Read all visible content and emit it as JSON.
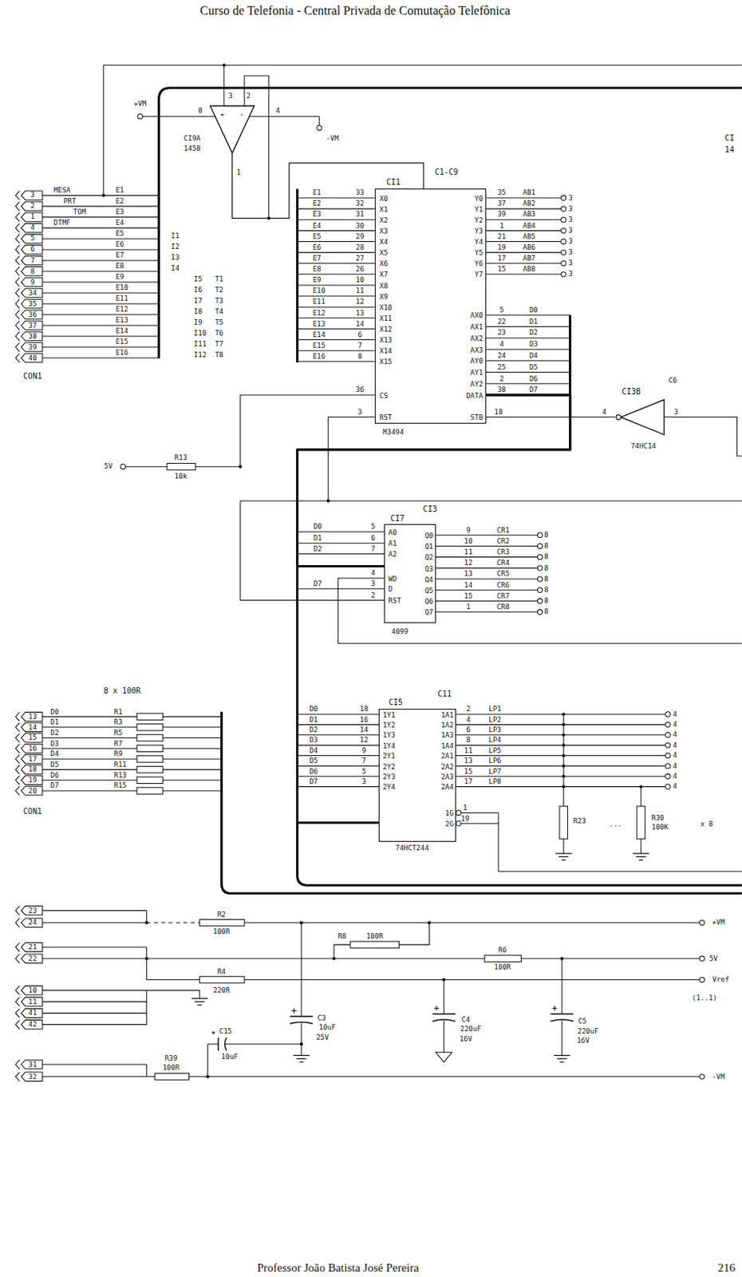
{
  "diagram": {
    "title": "Curso de Telefonia - Central Privada de Comutação Telefônica",
    "nodes": [
      {
        "text": [
          "+",
          "-",
          "CI9A",
          "1458"
        ]
      },
      {
        "text": [
          "CI1",
          "X0",
          "X1",
          "X2",
          "X3",
          "X4",
          "X5",
          "X6",
          "X7",
          "X8",
          "X9",
          "X10",
          "X11",
          "X12",
          "X13",
          "X14",
          "X15",
          "Y0",
          "Y1",
          "Y2",
          "Y3",
          "Y4",
          "Y5",
          "Y6",
          "Y7",
          "AX0",
          "AX1",
          "AX2",
          "AX3",
          "AY0",
          "AY1",
          "AY2",
          "DATA",
          "CS",
          "RST",
          "STB",
          "M3494"
        ]
      },
      {
        "text": [
          "CI3B",
          "74HC14"
        ]
      },
      {
        "text": [
          "CI7",
          "A0",
          "A1",
          "A2",
          "WD",
          "D",
          "RST",
          "Q0",
          "Q1",
          "Q2",
          "Q3",
          "Q4",
          "Q5",
          "Q6",
          "Q7",
          "4099"
        ]
      },
      {
        "text": [
          "CI5",
          "1Y1",
          "1Y2",
          "1Y3",
          "1Y4",
          "2Y1",
          "2Y2",
          "2Y3",
          "2Y4",
          "1A1",
          "1A2",
          "1A3",
          "1A4",
          "2A1",
          "2A2",
          "2A3",
          "2A4",
          "1G",
          "2G",
          "74HCT244"
        ]
      }
    ],
    "edges": [
      {
        "from": 0,
        "to": 1,
        "arrow": "none"
      },
      {
        "from": 1,
        "to": 2,
        "arrow": "none"
      },
      {
        "from": 1,
        "to": 3,
        "arrow": "none"
      },
      {
        "from": 1,
        "to": 4,
        "arrow": "none"
      }
    ],
    "labels": [
      "3",
      "2",
      "1",
      "4",
      "5",
      "6",
      "7",
      "8",
      "9",
      "34",
      "35",
      "36",
      "37",
      "38",
      "39",
      "40",
      "CON1",
      "MESA",
      "PRT",
      "TOM",
      "DTMF",
      "E1",
      "E2",
      "E3",
      "E4",
      "E5",
      "E6",
      "E7",
      "E8",
      "E9",
      "E10",
      "E11",
      "E12",
      "E13",
      "E14",
      "E15",
      "E16",
      "I1",
      "I2",
      "I3",
      "I4",
      "I5",
      "I6",
      "I7",
      "I8",
      "I9",
      "I10",
      "I11",
      "I12",
      "T1",
      "T2",
      "T3",
      "T4",
      "T5",
      "T6",
      "T7",
      "T8",
      "E1",
      "E2",
      "E3",
      "E4",
      "E5",
      "E6",
      "E7",
      "E8",
      "E9",
      "E10",
      "E11",
      "E12",
      "E13",
      "E14",
      "E15",
      "E16",
      "33",
      "32",
      "31",
      "30",
      "29",
      "28",
      "27",
      "26",
      "10",
      "11",
      "12",
      "13",
      "14",
      "6",
      "7",
      "8",
      "C1-C9",
      "35",
      "37",
      "39",
      "1",
      "21",
      "19",
      "17",
      "15",
      "AB1",
      "AB2",
      "AB3",
      "AB4",
      "AB5",
      "AB6",
      "AB7",
      "AB8",
      "3",
      "3",
      "3",
      "3",
      "3",
      "3",
      "3",
      "3",
      "5",
      "22",
      "23",
      "4",
      "24",
      "25",
      "2",
      "38",
      "D0",
      "D1",
      "D2",
      "D3",
      "D4",
      "D5",
      "D6",
      "D7",
      "36",
      "3",
      "18",
      "+VM",
      "8",
      "3",
      "2",
      "4",
      "-VM",
      "1",
      "CI",
      "14",
      "4",
      "3",
      "C6",
      "5V",
      "R13",
      "10k",
      "CI3",
      "5",
      "6",
      "7",
      "4",
      "3",
      "2",
      "D0",
      "D1",
      "D2",
      "D7",
      "9",
      "10",
      "11",
      "12",
      "13",
      "14",
      "15",
      "1",
      "CR1",
      "CR2",
      "CR3",
      "CR4",
      "CR5",
      "CR6",
      "CR7",
      "CR8",
      "8",
      "8",
      "8",
      "8",
      "8",
      "8",
      "8",
      "8",
      "8 x 100R",
      "C11",
      "13",
      "14",
      "15",
      "16",
      "17",
      "18",
      "19",
      "20",
      "D0",
      "D1",
      "D2",
      "D3",
      "D4",
      "D5",
      "D6",
      "D7",
      "R1",
      "R3",
      "R5",
      "R7",
      "R9",
      "R11",
      "R13",
      "R15",
      "CON1",
      "18",
      "16",
      "14",
      "12",
      "9",
      "7",
      "5",
      "3",
      "D0",
      "D1",
      "D2",
      "D3",
      "D4",
      "D5",
      "D6",
      "D7",
      "2",
      "4",
      "6",
      "8",
      "11",
      "13",
      "15",
      "17",
      "LP1",
      "LP2",
      "LP3",
      "LP4",
      "LP5",
      "LP6",
      "LP7",
      "LP8",
      "4",
      "4",
      "4",
      "4",
      "4",
      "4",
      "4",
      "4",
      "1",
      "19",
      "R23",
      "...",
      "R30",
      "100K",
      "x 8",
      "23",
      "24",
      "21",
      "22",
      "10",
      "11",
      "41",
      "42",
      "31",
      "32",
      "R2",
      "100R",
      "+VM",
      "R8",
      "100R",
      "R6",
      "100R",
      "5V",
      "R4",
      "220R",
      "Vref",
      "(1..1)",
      "C15",
      "10uF",
      "C3",
      "10uF",
      "25V",
      "C4",
      "220uF",
      "16V",
      "C5",
      "220uF",
      "16V",
      "R39",
      "100R",
      "-VM",
      "Professor João Batista José Pereira",
      "216"
    ]
  }
}
